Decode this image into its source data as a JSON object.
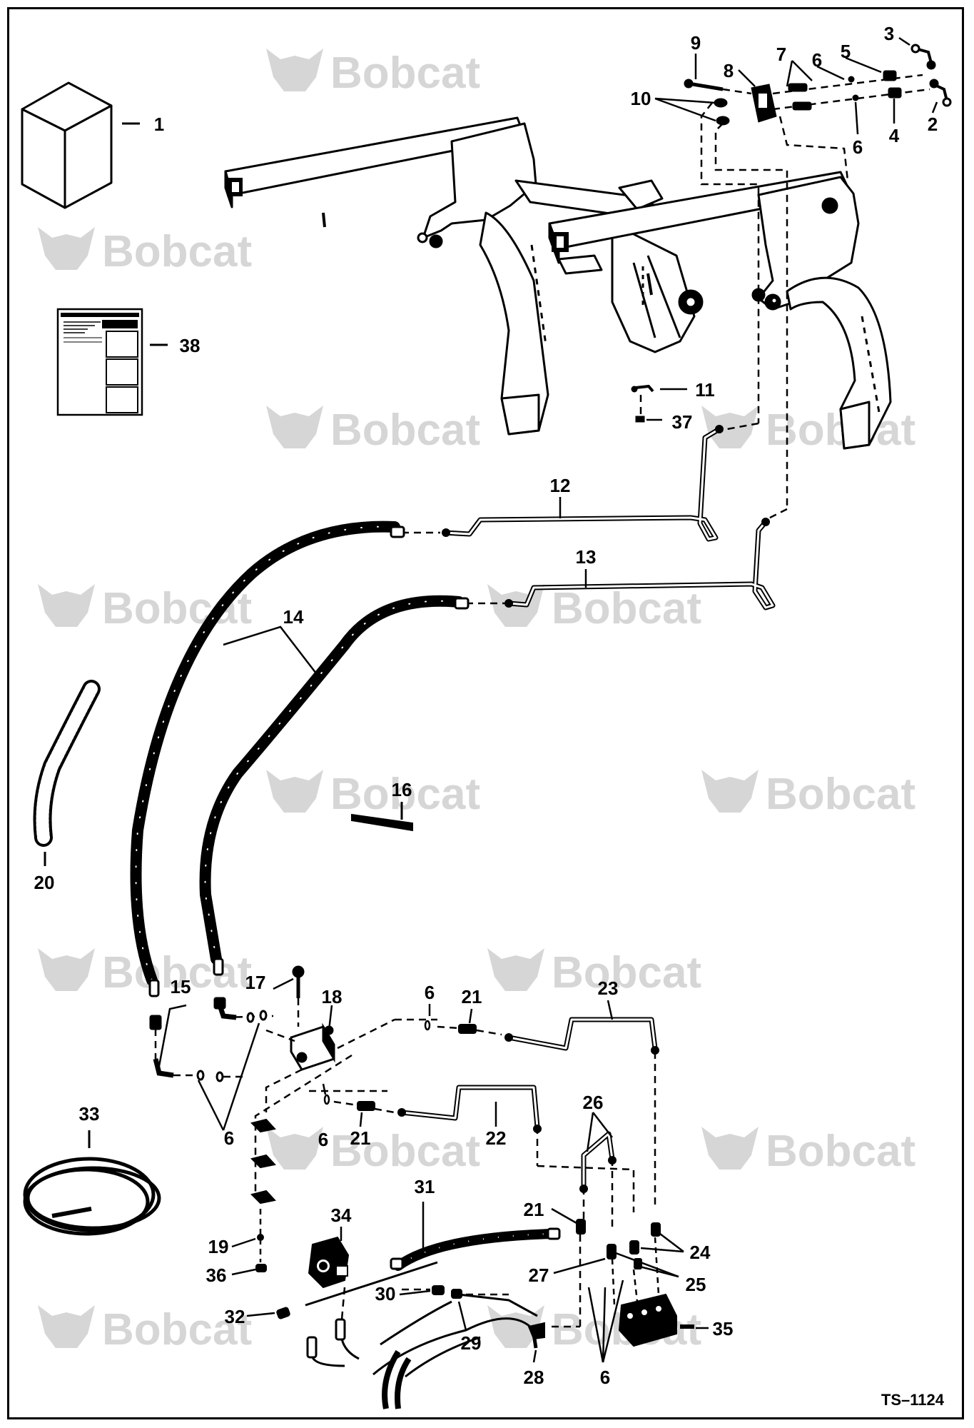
{
  "drawing": {
    "reference": "TS–1124",
    "watermark": "Bobcat",
    "ink": "#000000",
    "watermark_color": "#d6d6d6"
  },
  "callouts": [
    "1",
    "2",
    "3",
    "4",
    "5",
    "6",
    "7",
    "8",
    "9",
    "10",
    "11",
    "12",
    "13",
    "14",
    "15",
    "16",
    "17",
    "18",
    "19",
    "20",
    "21",
    "22",
    "23",
    "24",
    "25",
    "26",
    "27",
    "28",
    "29",
    "30",
    "31",
    "32",
    "33",
    "34",
    "35",
    "36",
    "37",
    "38"
  ],
  "icons": {
    "kit_box": "box-icon",
    "instruction_sheet": "document-icon",
    "watermark_logo": "bobcat-logo-icon"
  }
}
